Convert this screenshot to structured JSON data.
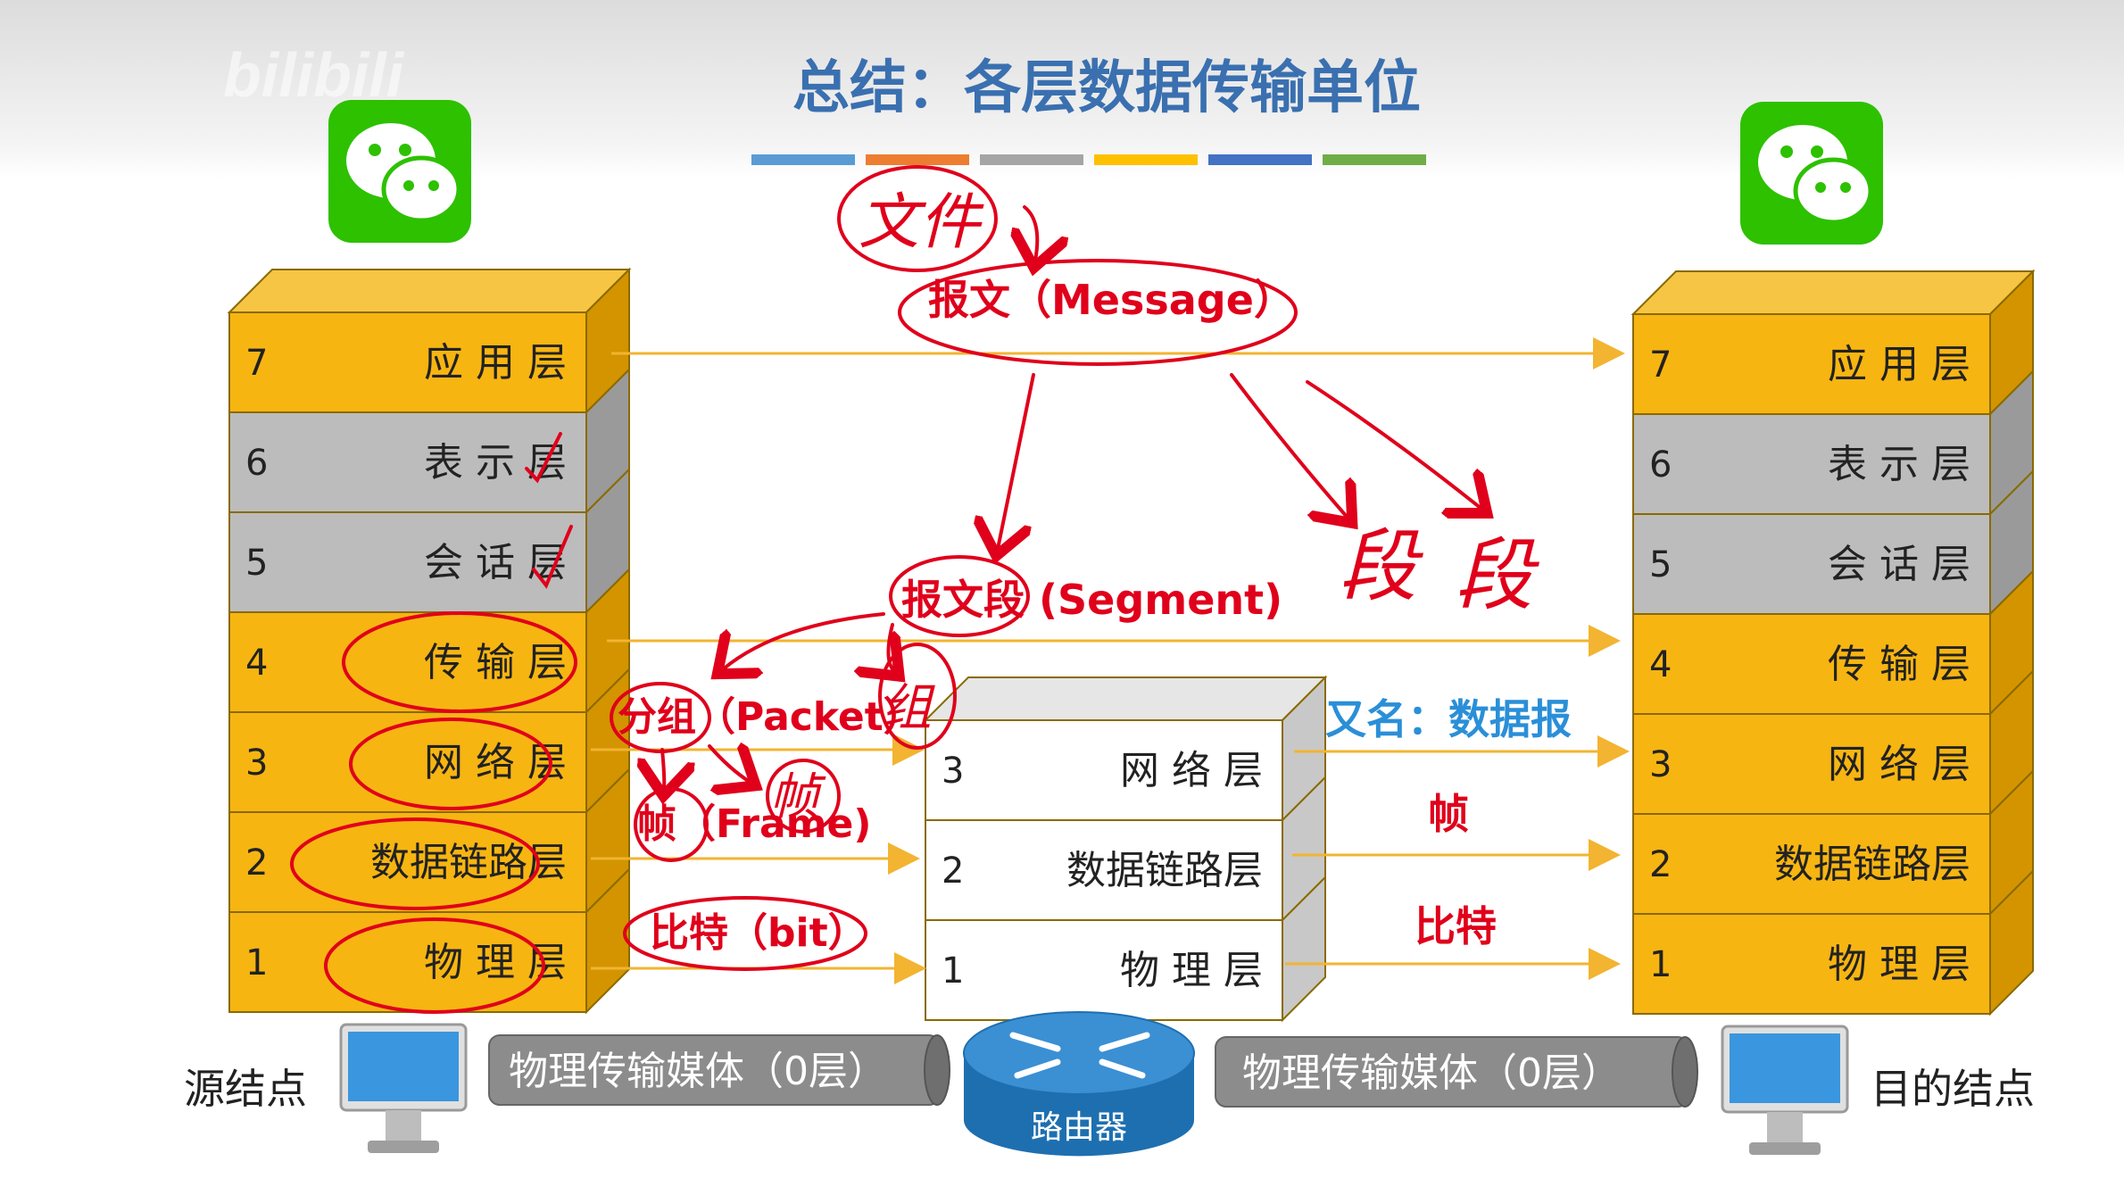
{
  "watermark": "bilibili",
  "title": "总结：各层数据传输单位",
  "title_bar_colors": [
    "#5b9bd5",
    "#ed7d31",
    "#a5a5a5",
    "#ffc000",
    "#4472c4",
    "#70ad47"
  ],
  "colors": {
    "title": "#3a70b0",
    "layer_orange": "#f7b512",
    "layer_gray": "#bcbcbc",
    "arrow": "#f2b431",
    "annotation_red": "#e0001b",
    "alias_blue": "#2a8fd8",
    "wechat_green": "#2dc100",
    "router_blue": "#1e6fb0"
  },
  "icons": [
    "wechat-icon",
    "router-icon",
    "monitor-icon"
  ],
  "source_stack": {
    "layers": [
      {
        "num": "7",
        "name": "应 用 层",
        "color": "orange"
      },
      {
        "num": "6",
        "name": "表 示 层",
        "color": "gray"
      },
      {
        "num": "5",
        "name": "会 话 层",
        "color": "gray"
      },
      {
        "num": "4",
        "name": "传 输 层",
        "color": "orange"
      },
      {
        "num": "3",
        "name": "网 络 层",
        "color": "orange"
      },
      {
        "num": "2",
        "name": "数据链路层",
        "color": "orange"
      },
      {
        "num": "1",
        "name": "物 理 层",
        "color": "orange"
      }
    ]
  },
  "dest_stack": {
    "layers": [
      {
        "num": "7",
        "name": "应 用 层",
        "color": "orange"
      },
      {
        "num": "6",
        "name": "表 示 层",
        "color": "gray"
      },
      {
        "num": "5",
        "name": "会 话 层",
        "color": "gray"
      },
      {
        "num": "4",
        "name": "传 输 层",
        "color": "orange"
      },
      {
        "num": "3",
        "name": "网 络 层",
        "color": "orange"
      },
      {
        "num": "2",
        "name": "数据链路层",
        "color": "orange"
      },
      {
        "num": "1",
        "name": "物 理 层",
        "color": "orange"
      }
    ]
  },
  "router_stack": {
    "layers": [
      {
        "num": "3",
        "name": "网 络 层"
      },
      {
        "num": "2",
        "name": "数据链路层"
      },
      {
        "num": "1",
        "name": "物 理 层"
      }
    ]
  },
  "units": {
    "message": "报文（Message）",
    "segment": "报文段 (Segment)",
    "packet": "分组（Packet）",
    "frame": "帧（Frame)",
    "bit": "比特（bit）"
  },
  "right_labels": {
    "alias": "又名：数据报",
    "frame": "帧",
    "bit": "比特"
  },
  "handwriting": {
    "file": "文件",
    "duan1": "段",
    "duan2": "段",
    "zu": "组",
    "zhen": "帧"
  },
  "bottom": {
    "source_label": "源结点",
    "dest_label": "目的结点",
    "medium_left": "物理传输媒体（0层）",
    "medium_right": "物理传输媒体（0层）",
    "router_label": "路由器"
  }
}
